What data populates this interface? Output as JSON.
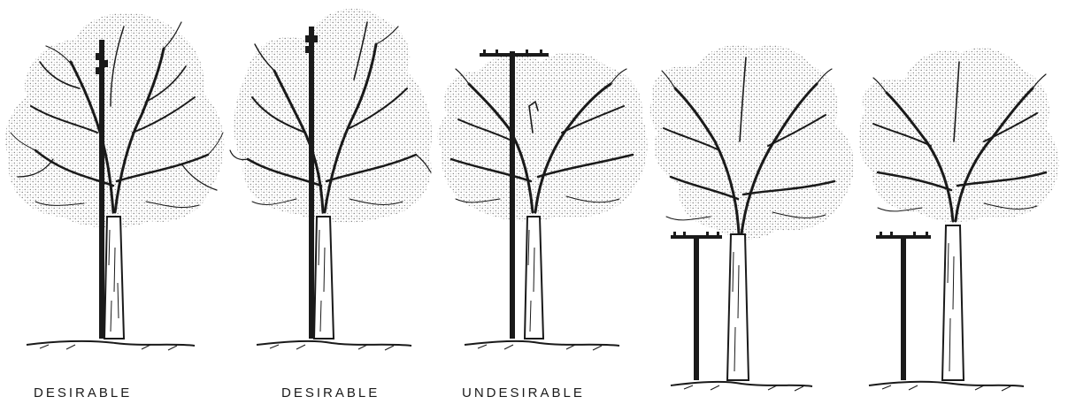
{
  "panels": [
    {
      "caption": "DESIRABLE"
    },
    {
      "caption": "DESIRABLE"
    },
    {
      "caption": "UNDESIRABLE"
    },
    {
      "caption": ""
    },
    {
      "caption": ""
    }
  ],
  "colors": {
    "ink": "#1a1a1a",
    "foliage_dot": "#7a7a7a",
    "background": "#ffffff"
  }
}
